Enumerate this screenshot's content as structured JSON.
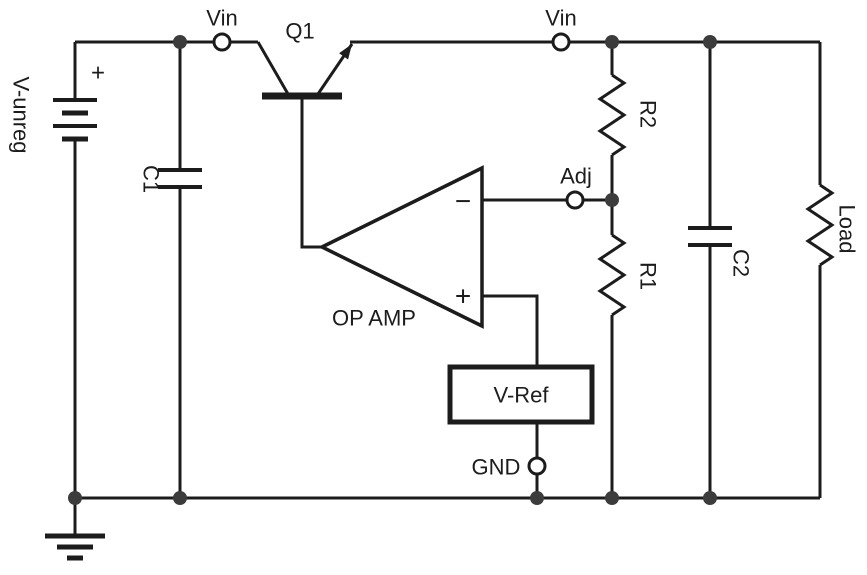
{
  "colors": {
    "stroke": "#1c1c1c",
    "junction_dot": "#3c3c3c",
    "background": "#ffffff"
  },
  "labels": {
    "supply": "V-unreg",
    "supply_polarity": "+",
    "vin_left": "Vin",
    "transistor": "Q1",
    "vin_right": "Vin",
    "r2": "R2",
    "adj": "Adj",
    "r1": "R1",
    "c1": "C1",
    "c2": "C2",
    "load": "Load",
    "opamp": "OP AMP",
    "opamp_minus": "−",
    "opamp_plus": "+",
    "vref": "V-Ref",
    "gnd": "GND"
  }
}
